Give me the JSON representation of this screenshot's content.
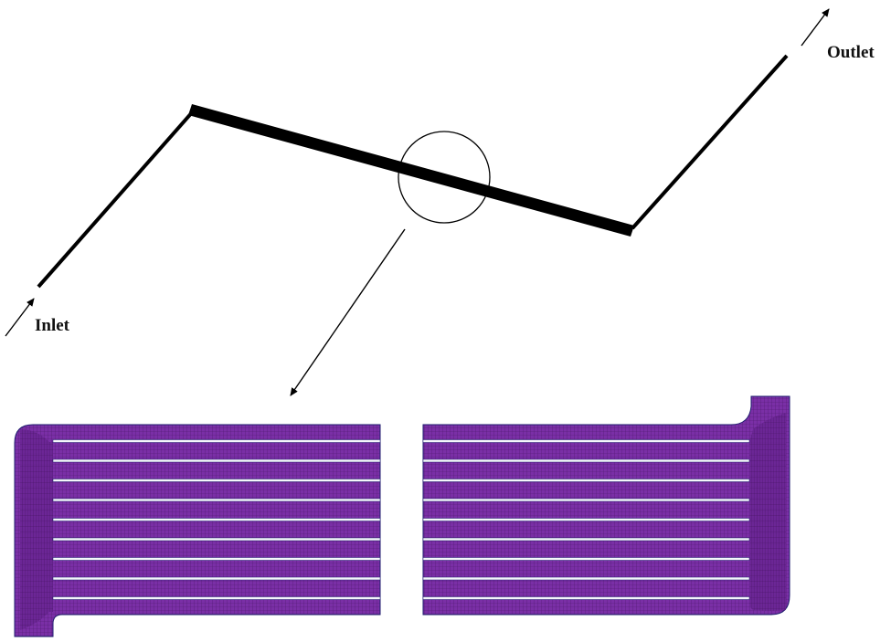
{
  "labels": {
    "inlet": "Inlet",
    "outlet": "Outlet"
  },
  "colors": {
    "background": "#ffffff",
    "line": "#000000",
    "mesh_fill": "#7a2fa6",
    "mesh_dark": "#4a1868",
    "mesh_grid": "#3b0f55",
    "channel_wall": "#f4f6fa",
    "wall_edge": "#1e1e6e"
  },
  "mesh": {
    "channel_count": 9
  }
}
